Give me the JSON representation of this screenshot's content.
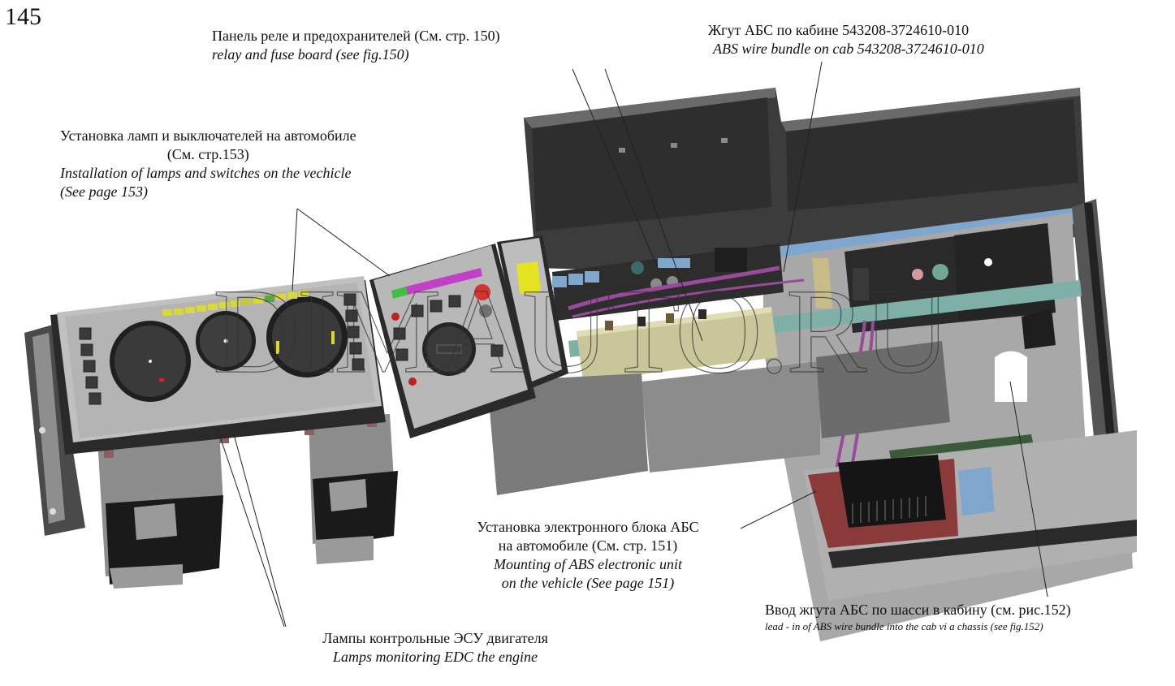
{
  "page_number": "145",
  "watermark": "DIMAUTO.RU",
  "callouts": {
    "relay_board": {
      "ru": "Панель реле и предохранителей (См. стр. 150)",
      "en": "relay and fuse board (see fig.150)"
    },
    "abs_cab_harness": {
      "ru": "Жгут АБС по кабине 543208-3724610-010",
      "en": "ABS wire bundle on cab 543208-3724610-010"
    },
    "lamps_switches": {
      "ru_line1": "Установка ламп и выключателей на автомобиле",
      "ru_line2": "(См. стр.153)",
      "en_line1": "Installation of lamps and switches on the vechicle",
      "en_line2": "(See page 153)"
    },
    "abs_unit": {
      "ru_line1": "Установка электронного блока АБС",
      "ru_line2": "на автомобиле (См. стр. 151)",
      "en_line1": "Mounting of ABS electronic unit",
      "en_line2": "on the vehicle (See page 151)"
    },
    "abs_chassis_leadin": {
      "ru": "Ввод жгута АБС по шасси в кабину (см. рис.152)",
      "en": "lead - in  of ABS wire  bundle into the cab vi a chassis (see fig.152)"
    },
    "edc_lamps": {
      "ru": "Лампы контрольные ЭСУ двигателя",
      "en": "Lamps monitoring EDC the engine"
    }
  },
  "colors": {
    "panel_light": "#b9b9b9",
    "panel_dark": "#3a3a3a",
    "panel_black": "#1c1c1c",
    "lamp_yellow": "#d8d83a",
    "lamp_green": "#5aa83a",
    "magenta_bar": "#c23fc8",
    "green_bar": "#3fbf3f",
    "red_button": "#d93030",
    "fuse_block": "#c9c79a",
    "blue_rail": "#7fa6cc",
    "teal_rail": "#7fb0a8",
    "wire_harness": "#9a4a9a",
    "abs_board": "#8a3a38"
  }
}
